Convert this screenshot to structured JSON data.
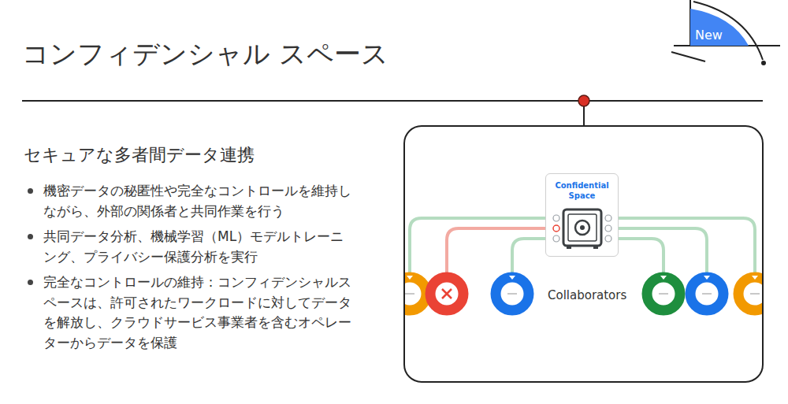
{
  "diagram": {
    "title": "コンフィデンシャル スペース",
    "nodes": [
      {
        "text": [
          "New"
        ]
      },
      {
        "text": [
          "Confidential Space"
        ]
      }
    ],
    "labels": [
      "セキュアな多者間データ連携",
      "機密データの秘匿性や完全なコントロールを維持しながら、外部の関係者と共同作業を行う",
      "共同データ分析、機械学習（ML）モデルトレーニング、プライバシー保護分析を実行",
      "完全なコントロールの維持：コンフィデンシャルスペースは、許可されたワークロードに対してデータを解放し、クラウドサービス事業者を含むオペレーターからデータを保護",
      "Collaborators"
    ]
  }
}
